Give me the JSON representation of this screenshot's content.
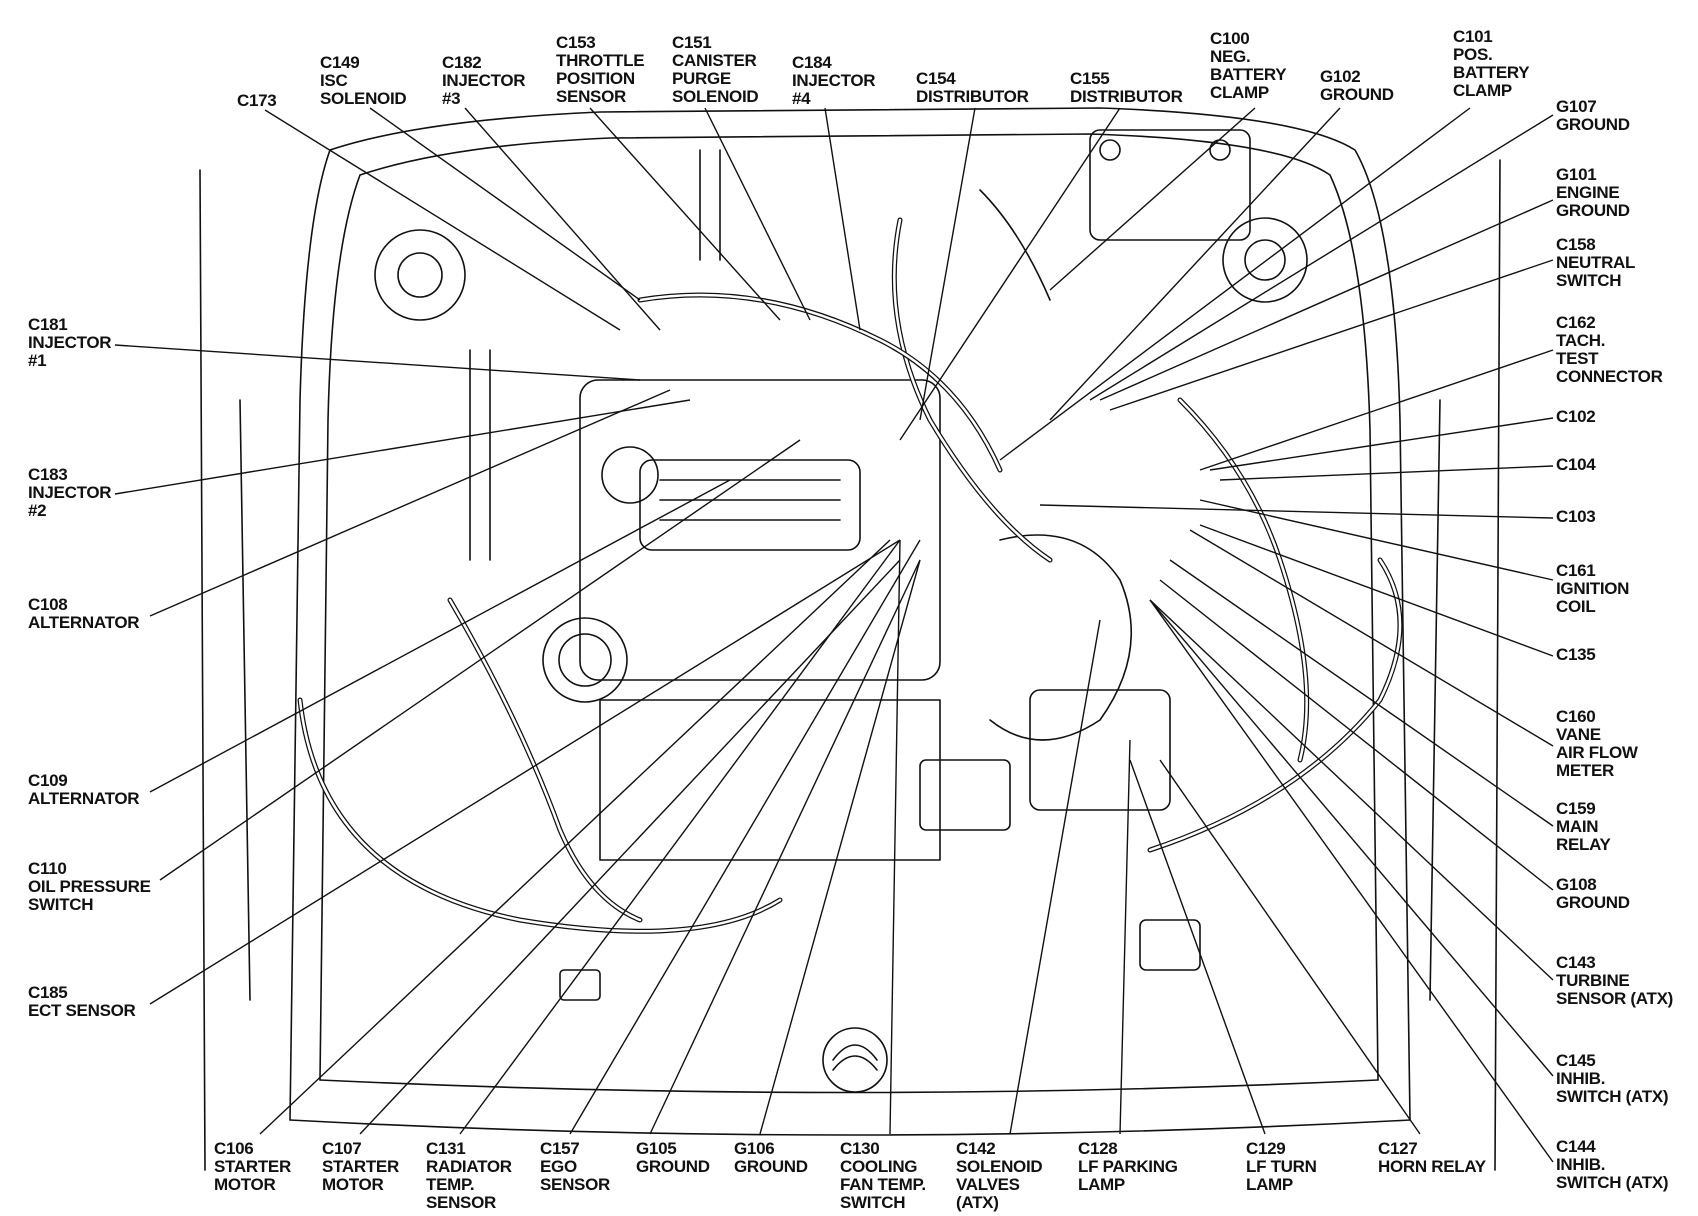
{
  "diagram": {
    "ink_color": "#111111",
    "background": "#ffffff",
    "callouts": [
      {
        "id": "c149",
        "lines": [
          "C149",
          "ISC",
          "SOLENOID"
        ]
      },
      {
        "id": "c173",
        "lines": [
          "C173"
        ]
      },
      {
        "id": "c182",
        "lines": [
          "C182",
          "INJECTOR",
          "#3"
        ]
      },
      {
        "id": "c153",
        "lines": [
          "C153",
          "THROTTLE",
          "POSITION",
          "SENSOR"
        ]
      },
      {
        "id": "c151",
        "lines": [
          "C151",
          "CANISTER",
          "PURGE",
          "SOLENOID"
        ]
      },
      {
        "id": "c184",
        "lines": [
          "C184",
          "INJECTOR",
          "#4"
        ]
      },
      {
        "id": "c154",
        "lines": [
          "C154",
          "DISTRIBUTOR"
        ]
      },
      {
        "id": "c155",
        "lines": [
          "C155",
          "DISTRIBUTOR"
        ]
      },
      {
        "id": "c100",
        "lines": [
          "C100",
          "NEG.",
          "BATTERY",
          "CLAMP"
        ]
      },
      {
        "id": "g102",
        "lines": [
          "G102",
          "GROUND"
        ]
      },
      {
        "id": "c101",
        "lines": [
          "C101",
          "POS.",
          "BATTERY",
          "CLAMP"
        ]
      },
      {
        "id": "g107",
        "lines": [
          "G107",
          "GROUND"
        ]
      },
      {
        "id": "g101",
        "lines": [
          "G101",
          "ENGINE",
          "GROUND"
        ]
      },
      {
        "id": "c158",
        "lines": [
          "C158",
          "NEUTRAL",
          "SWITCH"
        ]
      },
      {
        "id": "c162",
        "lines": [
          "C162",
          "TACH.",
          "TEST",
          "CONNECTOR"
        ]
      },
      {
        "id": "c102",
        "lines": [
          "C102"
        ]
      },
      {
        "id": "c104",
        "lines": [
          "C104"
        ]
      },
      {
        "id": "c103",
        "lines": [
          "C103"
        ]
      },
      {
        "id": "c161",
        "lines": [
          "C161",
          "IGNITION",
          "COIL"
        ]
      },
      {
        "id": "c135",
        "lines": [
          "C135"
        ]
      },
      {
        "id": "c160",
        "lines": [
          "C160",
          "VANE",
          "AIR FLOW",
          "METER"
        ]
      },
      {
        "id": "c159",
        "lines": [
          "C159",
          "MAIN",
          "RELAY"
        ]
      },
      {
        "id": "g108",
        "lines": [
          "G108",
          "GROUND"
        ]
      },
      {
        "id": "c143",
        "lines": [
          "C143",
          "TURBINE",
          "SENSOR (ATX)"
        ]
      },
      {
        "id": "c145",
        "lines": [
          "C145",
          "INHIB.",
          "SWITCH (ATX)"
        ]
      },
      {
        "id": "c144",
        "lines": [
          "C144",
          "INHIB.",
          "SWITCH (ATX)"
        ]
      },
      {
        "id": "c181",
        "lines": [
          "C181",
          "INJECTOR",
          "#1"
        ]
      },
      {
        "id": "c183",
        "lines": [
          "C183",
          "INJECTOR",
          "#2"
        ]
      },
      {
        "id": "c108",
        "lines": [
          "C108",
          "ALTERNATOR"
        ]
      },
      {
        "id": "c109",
        "lines": [
          "C109",
          "ALTERNATOR"
        ]
      },
      {
        "id": "c110",
        "lines": [
          "C110",
          "OIL PRESSURE",
          "SWITCH"
        ]
      },
      {
        "id": "c185",
        "lines": [
          "C185",
          "ECT SENSOR"
        ]
      },
      {
        "id": "c106",
        "lines": [
          "C106",
          "STARTER",
          "MOTOR"
        ]
      },
      {
        "id": "c107",
        "lines": [
          "C107",
          "STARTER",
          "MOTOR"
        ]
      },
      {
        "id": "c131",
        "lines": [
          "C131",
          "RADIATOR",
          "TEMP.",
          "SENSOR"
        ]
      },
      {
        "id": "c157",
        "lines": [
          "C157",
          "EGO",
          "SENSOR"
        ]
      },
      {
        "id": "g105",
        "lines": [
          "G105",
          "GROUND"
        ]
      },
      {
        "id": "g106",
        "lines": [
          "G106",
          "GROUND"
        ]
      },
      {
        "id": "c130",
        "lines": [
          "C130",
          "COOLING",
          "FAN TEMP.",
          "SWITCH"
        ]
      },
      {
        "id": "c142",
        "lines": [
          "C142",
          "SOLENOID",
          "VALVES",
          "(ATX)"
        ]
      },
      {
        "id": "c128",
        "lines": [
          "C128",
          "LF PARKING",
          "LAMP"
        ]
      },
      {
        "id": "c129",
        "lines": [
          "C129",
          "LF TURN",
          "LAMP"
        ]
      },
      {
        "id": "c127",
        "lines": [
          "C127",
          "HORN RELAY"
        ]
      }
    ]
  }
}
